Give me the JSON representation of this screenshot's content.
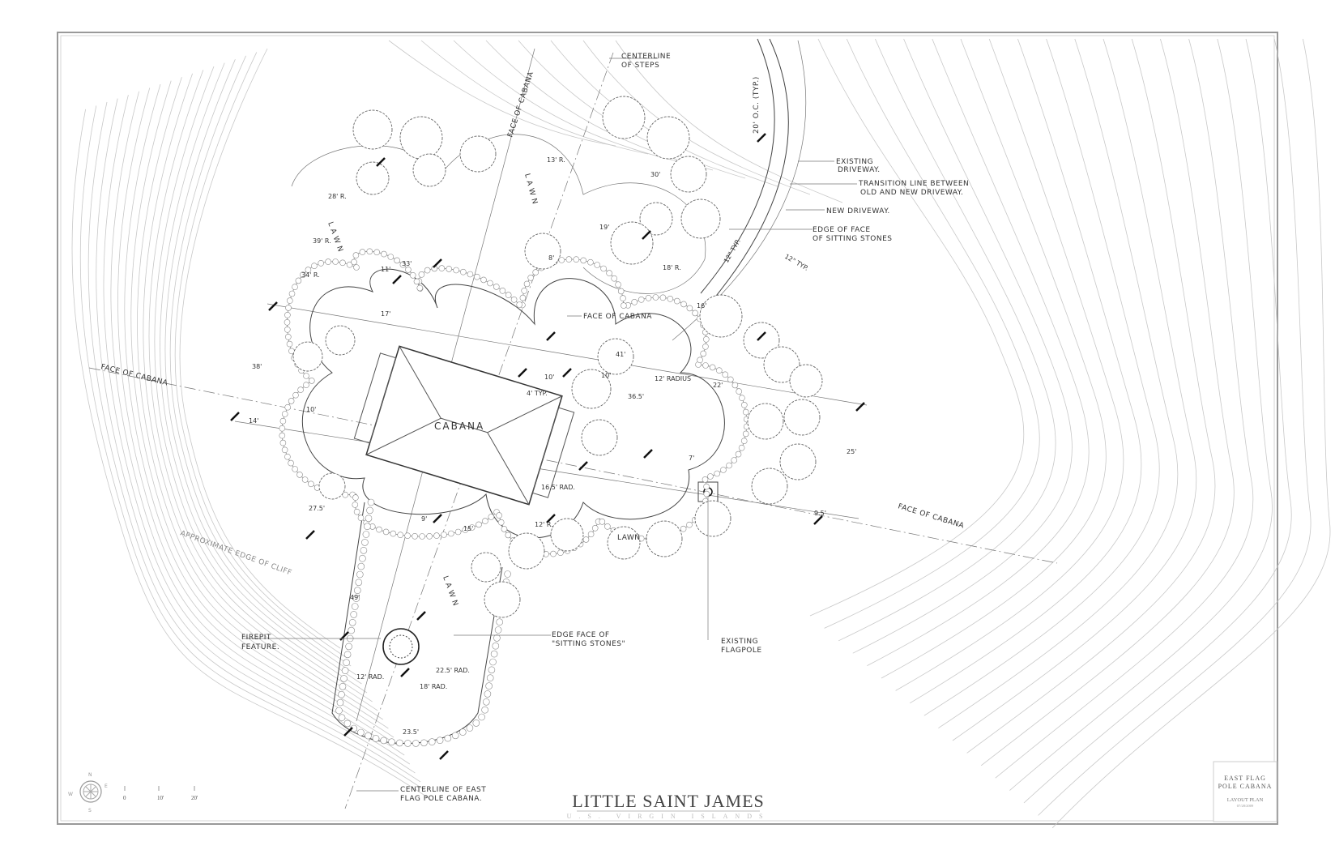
{
  "drawing": {
    "project_title": "LITTLE SAINT JAMES",
    "project_subtitle": "U.S. VIRGIN ISLANDS",
    "title_block": {
      "line1": "EAST FLAG",
      "line2": "POLE CABANA",
      "sheet": "LAYOUT PLAN",
      "date": "07/28/2009"
    },
    "north_arrow": {
      "n": "N",
      "s": "S",
      "e": "E",
      "w": "W"
    },
    "scale_bar": [
      "0",
      "10'",
      "20'"
    ],
    "building_label": "CABANA",
    "notes": {
      "centerline_steps": [
        "CENTERLINE",
        "OF STEPS"
      ],
      "face_cabana_top": "FACE OF CABANA",
      "face_cabana_mid": "FACE OF CABANA",
      "face_cabana_left": "FACE OF CABANA",
      "face_cabana_right": "FACE OF CABANA",
      "oc_typ": "20' O.C. (TYP.)",
      "existing_driveway": [
        "EXISTING",
        "DRIVEWAY."
      ],
      "transition_line": [
        "TRANSITION LINE BETWEEN",
        "OLD AND NEW DRIVEWAY."
      ],
      "new_driveway": "NEW DRIVEWAY.",
      "edge_face_stones": [
        "EDGE OF FACE",
        "OF SITTING STONES"
      ],
      "typ_12": "12\" TYP.",
      "typ_12b": "12\" TYP.",
      "cliff_edge": "APPROXIMATE EDGE OF CLIFF",
      "firepit": [
        "FIREPIT",
        "FEATURE."
      ],
      "edge_face_sitting": [
        "EDGE FACE OF",
        "\"SITTING STONES\""
      ],
      "existing_flagpole": [
        "EXISTING",
        "FLAGPOLE"
      ],
      "centerline_east": [
        "CENTERLINE OF EAST",
        "FLAG POLE CABANA."
      ],
      "lawn_1": "L A W N",
      "lawn_2": "L A W N",
      "lawn_3": "L A W N",
      "lawn_4": "LAWN"
    },
    "dimensions": [
      "41'",
      "10'",
      "36.5'",
      "12' RADIUS",
      "22'",
      "9'",
      "15'",
      "23.5'",
      "49'",
      "18' RAD.",
      "22.5' RAD.",
      "12' RAD.",
      "34' R.",
      "39' R.",
      "28' R.",
      "19'",
      "8'",
      "18' R.",
      "9.5'",
      "25'",
      "27.5'",
      "14'",
      "10'",
      "38'",
      "30'",
      "13' R.",
      "16.5' RAD.",
      "12' R.",
      "16'",
      "11'",
      "17'",
      "4' TYP.",
      "10'",
      "7'",
      "33'"
    ]
  }
}
